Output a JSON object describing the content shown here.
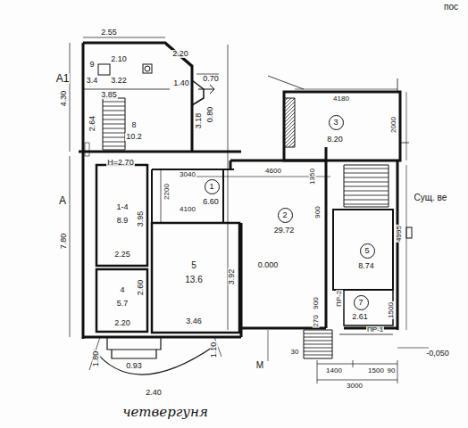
{
  "diagram": {
    "nodes": [
      {
        "text": [
          "3"
        ]
      },
      {
        "text": [
          "1"
        ]
      },
      {
        "text": [
          "2"
        ]
      },
      {
        "text": [
          "5"
        ]
      },
      {
        "text": [
          "7"
        ]
      }
    ],
    "labels": [
      "2.55",
      "2.20",
      "0.70",
      "1.40",
      "0.80",
      "3.18",
      "9",
      "2.10",
      "3.4",
      "3.22",
      "3.85",
      "8",
      "10.2",
      "2.64",
      "4.30",
      "A1",
      "H=2.70",
      "A",
      "7.80",
      "1-4",
      "8.9",
      "3.95",
      "2.25",
      "4",
      "5.7",
      "2.60",
      "2.20",
      "5",
      "13.6",
      "3.92",
      "3.46",
      "1.80",
      "0.93",
      "2.40",
      "1.10",
      "четвергуня",
      "3040",
      "4600",
      "1350",
      "2200",
      "4100",
      "6.60",
      "29.72",
      "900",
      "8.20",
      "4180",
      "2000",
      "4995",
      "8.74",
      "1500",
      "0.000",
      "ПР-2",
      "2.61",
      "900",
      "270",
      "ПР-1",
      "1400",
      "1500",
      "90",
      "3000",
      "-0,050",
      "Сущ. ве",
      "М",
      "30",
      "пос"
    ]
  }
}
